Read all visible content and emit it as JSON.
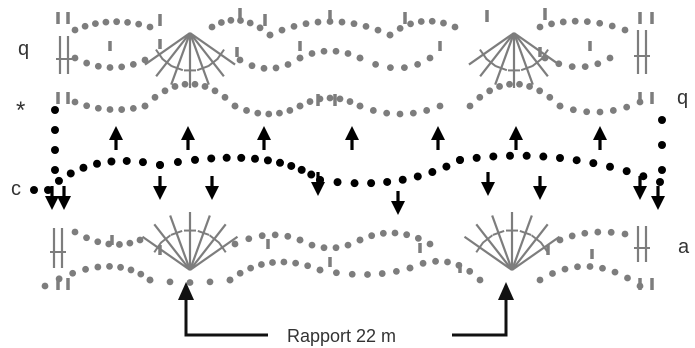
{
  "labels": {
    "top_left": "q",
    "star": "*",
    "right_q": "q",
    "left_c": "c",
    "right_a": "a"
  },
  "repeat_label": "Rapport 22 m",
  "colors": {
    "stitch_gray": "#7d7d7d",
    "dark": "#111111",
    "black": "#000000"
  }
}
